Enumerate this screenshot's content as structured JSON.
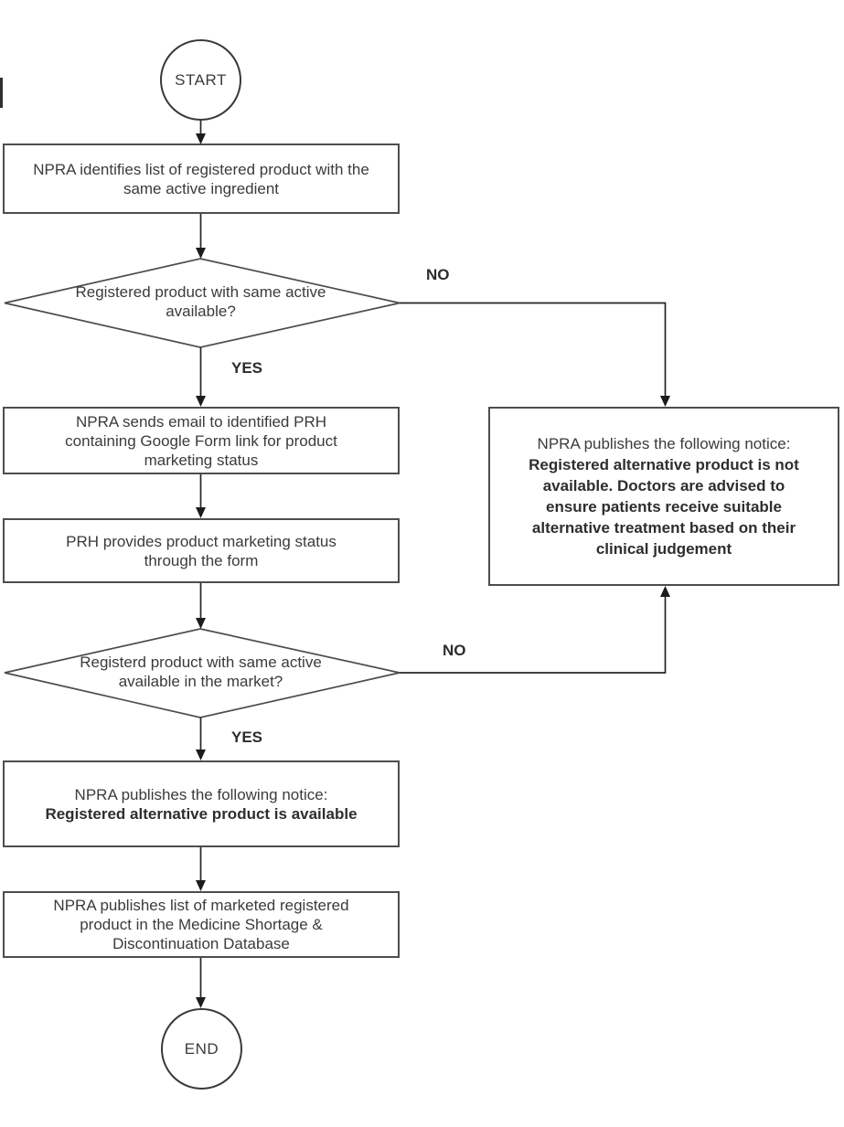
{
  "diagram": {
    "type": "flowchart",
    "terminals": {
      "start": "START",
      "end": "END"
    },
    "labels": {
      "yes1": "YES",
      "no1": "NO",
      "yes2": "YES",
      "no2": "NO"
    },
    "nodes": {
      "identify": "NPRA identifies list of registered product with the\nsame active ingredient",
      "decision_available": "Registered product with same active\navailable?",
      "send_email": "NPRA sends email to identified PRH\ncontaining Google Form link for product\nmarketing status",
      "prh_provides": "PRH provides product marketing status\nthrough the form",
      "decision_market": "Registerd product with same active\navailable in the market?",
      "notice_available": {
        "intro": "NPRA publishes the following notice:",
        "bold": "Registered alternative product is available"
      },
      "publish_list": "NPRA publishes list of marketed registered\nproduct in the Medicine Shortage &\nDiscontinuation Database",
      "notice_not_available": {
        "intro": "NPRA publishes the following notice:",
        "bold": "Registered alternative product is not\navailable. Doctors are advised to\nensure patients receive suitable\nalternative treatment based on their\nclinical judgement"
      }
    },
    "edges": [
      {
        "from": "start",
        "to": "identify",
        "label": ""
      },
      {
        "from": "identify",
        "to": "decision_available",
        "label": ""
      },
      {
        "from": "decision_available",
        "to": "send_email",
        "label": "YES"
      },
      {
        "from": "decision_available",
        "to": "notice_not_available",
        "label": "NO"
      },
      {
        "from": "send_email",
        "to": "prh_provides",
        "label": ""
      },
      {
        "from": "prh_provides",
        "to": "decision_market",
        "label": ""
      },
      {
        "from": "decision_market",
        "to": "notice_available",
        "label": "YES"
      },
      {
        "from": "decision_market",
        "to": "notice_not_available",
        "label": "NO"
      },
      {
        "from": "notice_available",
        "to": "publish_list",
        "label": ""
      },
      {
        "from": "publish_list",
        "to": "end",
        "label": ""
      }
    ],
    "colors": {
      "border": "#4d4d4f",
      "text": "#3b3b3d",
      "arrow": "#1c1c1c",
      "background": "#ffffff"
    }
  }
}
